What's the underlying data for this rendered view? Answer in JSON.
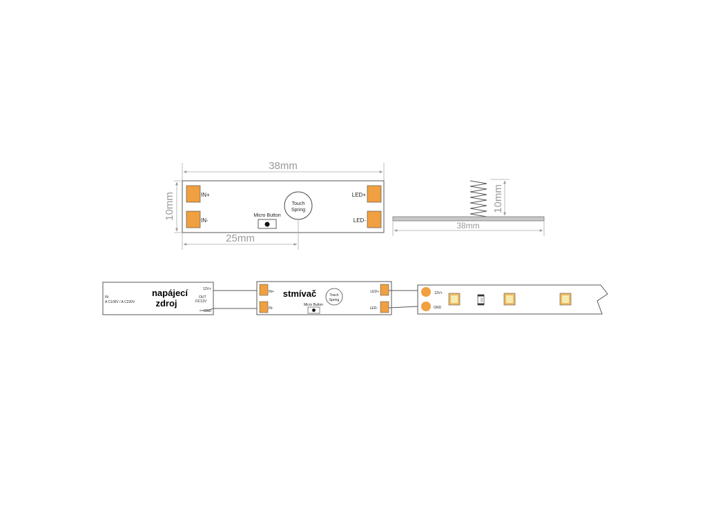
{
  "top_view": {
    "width_dim": "38mm",
    "height_dim": "10mm",
    "offset_dim": "25mm",
    "pad_labels": [
      "IN+",
      "IN-",
      "LED+",
      "LED-"
    ],
    "micro_button": "Micro Button",
    "touch_spring": [
      "Touch",
      "Spring"
    ]
  },
  "side_view": {
    "spring_height_dim": "10mm",
    "length_dim": "38mm"
  },
  "wiring": {
    "power_supply": {
      "title_line1": "napájecí",
      "title_line2": "zdroj",
      "in_label": "IN",
      "in_voltage": "A C100V / A C220V",
      "out_label": "OUT",
      "out_voltage": "DC12V",
      "v_plus": "12V+",
      "gnd": "GND"
    },
    "dimmer": {
      "title": "stmívač",
      "pad_labels": [
        "IN+",
        "IN-",
        "LED+",
        "LED-"
      ],
      "micro_button": "Micro Button",
      "touch_spring": [
        "Touch",
        "Spring"
      ]
    },
    "led_strip": {
      "v_plus": "12V+",
      "gnd": "GND",
      "resistor": "151"
    }
  },
  "colors": {
    "pad": "#f0a040",
    "led_body": "#f5ebb0",
    "outline": "#555555",
    "dimension": "#999999"
  }
}
